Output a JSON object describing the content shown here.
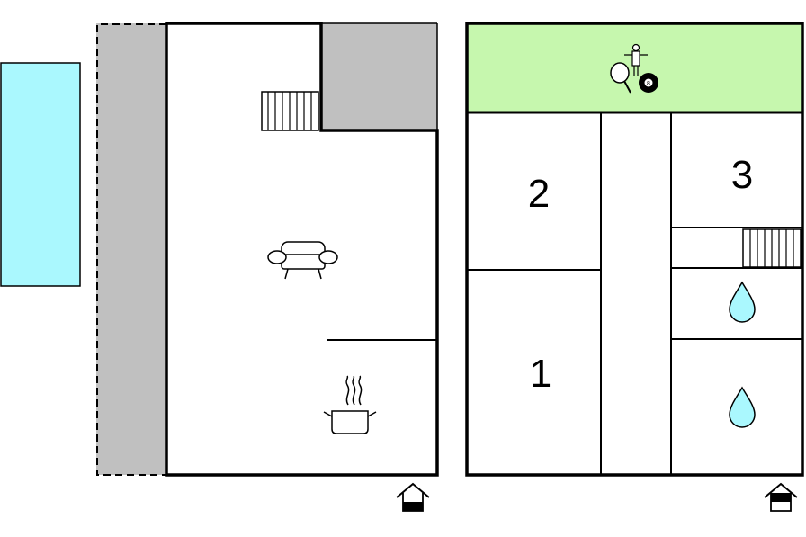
{
  "floorplan": {
    "colors": {
      "pool": "#aaf8fe",
      "terrace": "#c0c0c0",
      "game_room": "#c6f7ae",
      "wall": "#000000",
      "water_drop": "#aaf8fe"
    },
    "rooms": {
      "bedroom_1": "1",
      "bedroom_2": "2",
      "bedroom_3": "3"
    },
    "icons": {
      "living": "sofa-icon",
      "kitchen": "cooking-pot-icon",
      "games": "games-icon",
      "bathroom": "water-drop-icon",
      "stairs": "stairs-icon",
      "entrance": "entrance-icon"
    }
  }
}
